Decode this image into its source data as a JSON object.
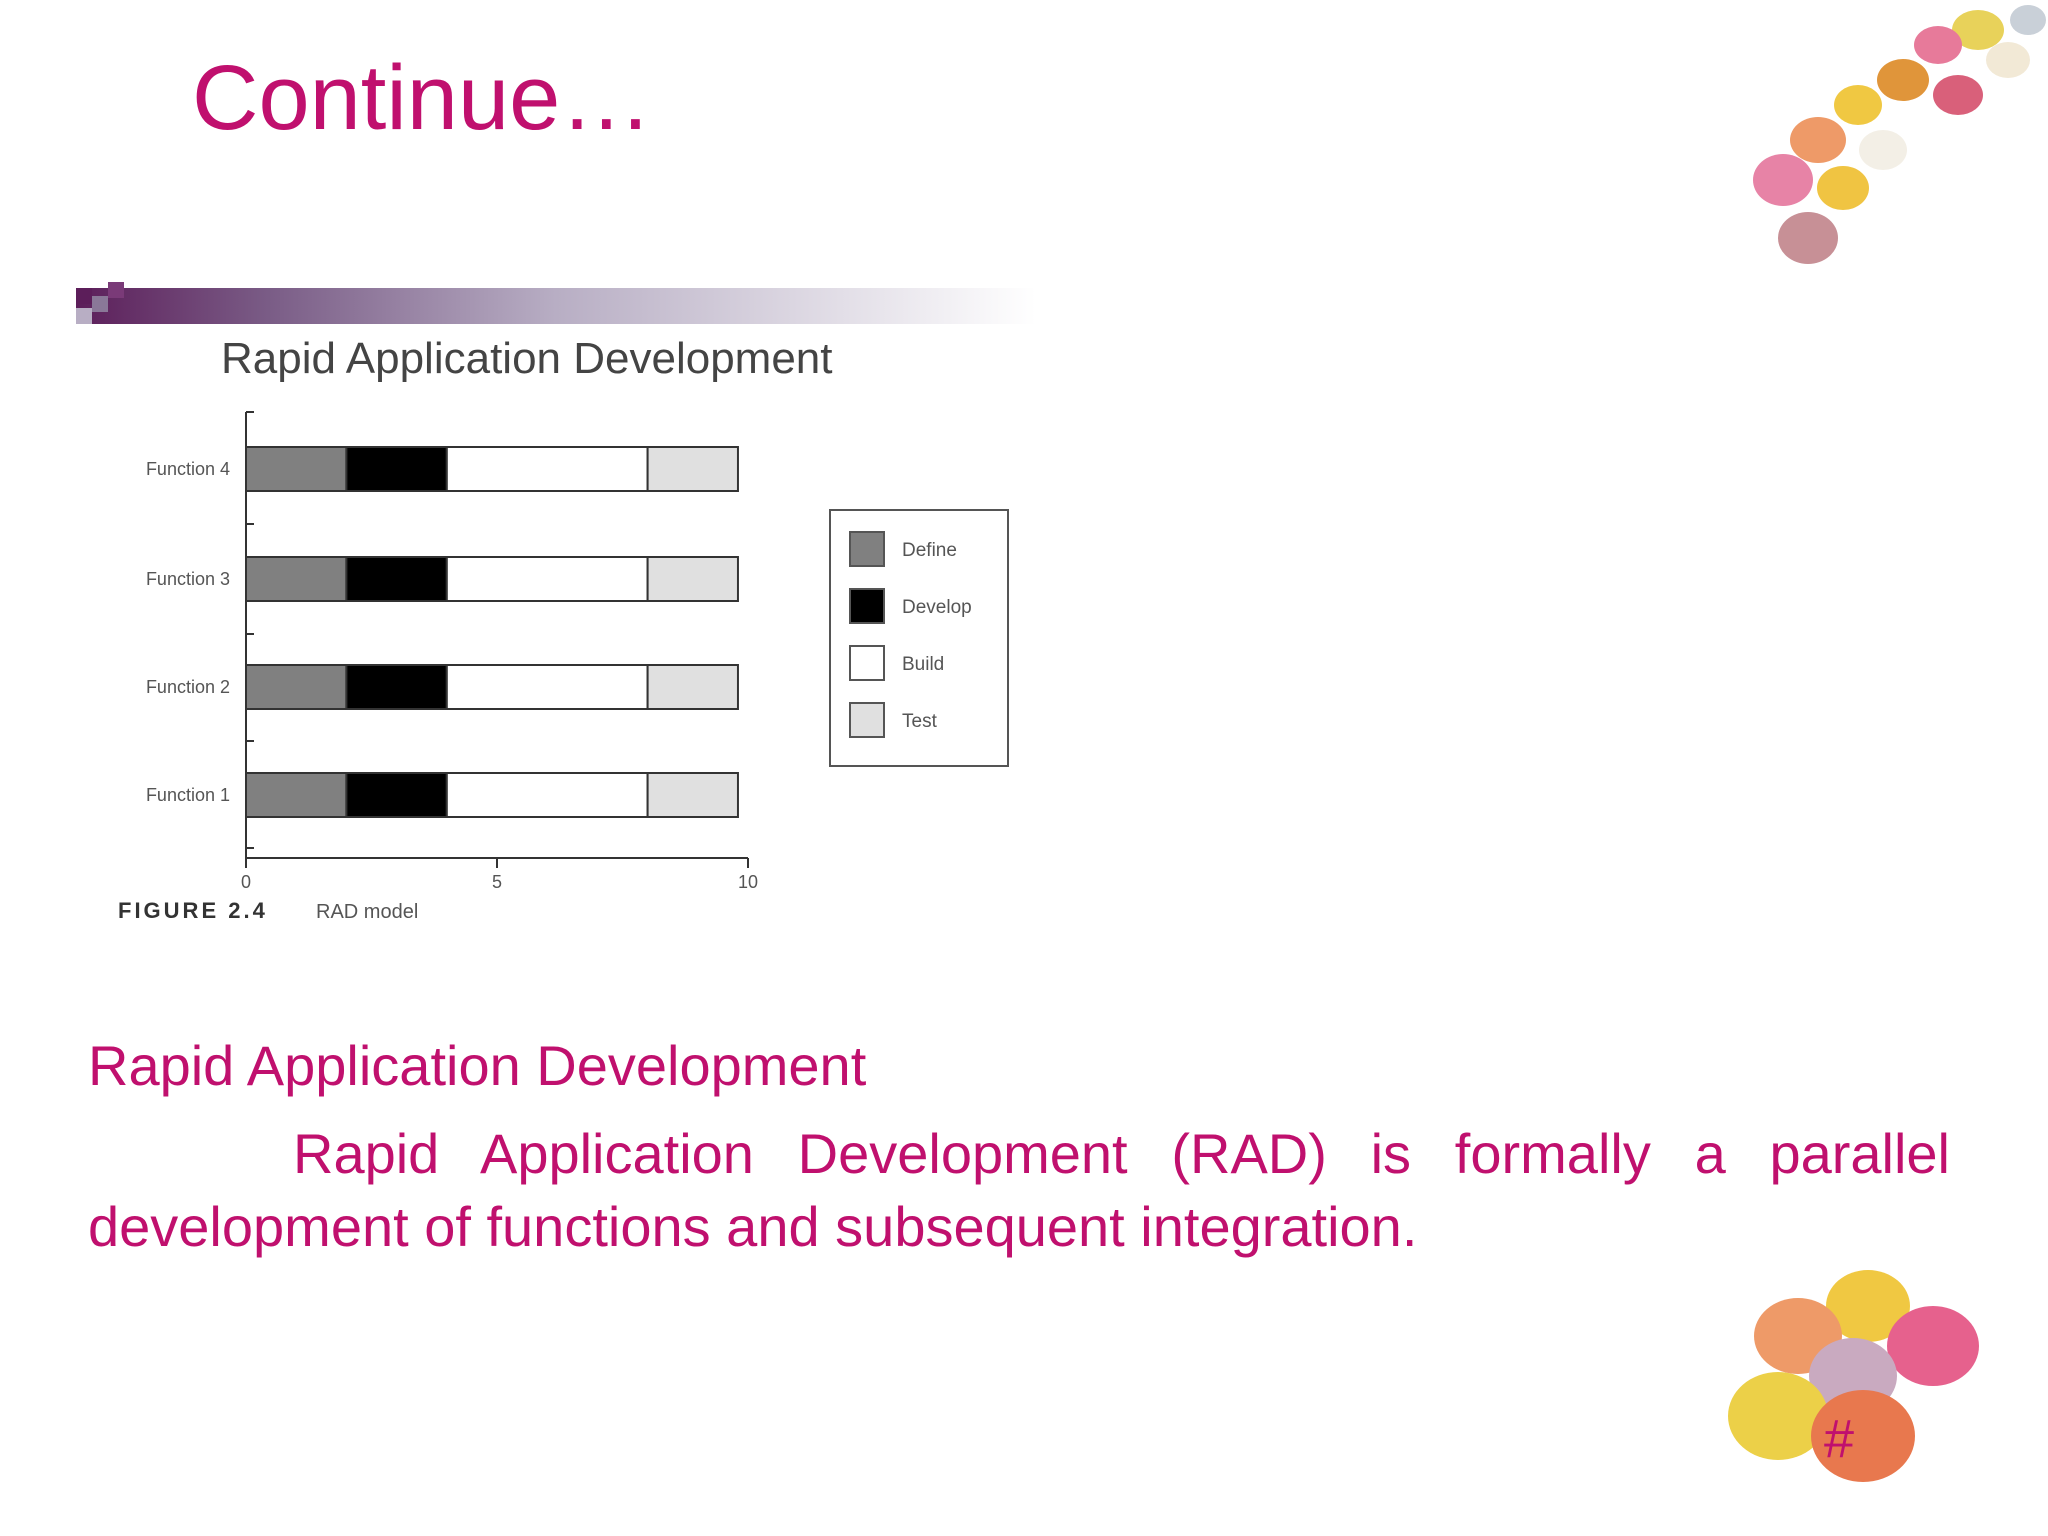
{
  "slide": {
    "title": "Continue…",
    "page_number": "#"
  },
  "figure": {
    "heading": "Rapid Application Development",
    "caption_label": "FIGURE 2.4",
    "caption_text": "RAD model"
  },
  "body": {
    "heading": "Rapid Application Development",
    "paragraph": "Rapid Application Development (RAD) is formally a parallel development of functions and subsequent integration."
  },
  "chart_data": {
    "type": "bar",
    "orientation": "horizontal",
    "stacked": true,
    "categories": [
      "Function 4",
      "Function 3",
      "Function 2",
      "Function 1"
    ],
    "series": [
      {
        "name": "Define",
        "values": [
          2,
          2,
          2,
          2
        ],
        "color": "#808080"
      },
      {
        "name": "Develop",
        "values": [
          2,
          2,
          2,
          2
        ],
        "color": "#000000"
      },
      {
        "name": "Build",
        "values": [
          4,
          4,
          4,
          4
        ],
        "color": "#ffffff"
      },
      {
        "name": "Test",
        "values": [
          1.8,
          1.8,
          1.8,
          1.8
        ],
        "color": "#e0e0e0"
      }
    ],
    "x_ticks": [
      "0",
      "5",
      "10"
    ],
    "xlim": [
      0,
      10
    ],
    "legend_position": "right",
    "title": "Rapid Application Development"
  }
}
